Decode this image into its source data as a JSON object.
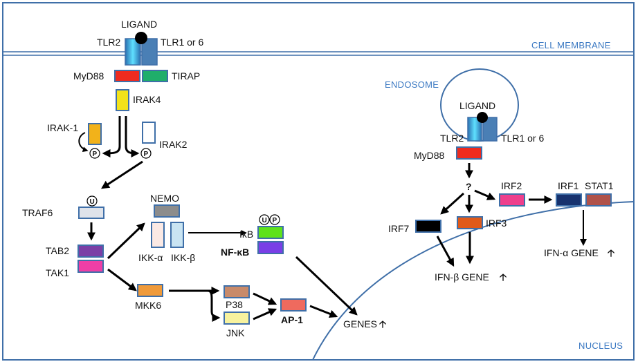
{
  "regions": {
    "cell_membrane": "CELL MEMBRANE",
    "endosome": "ENDOSOME",
    "nucleus": "NUCLEUS"
  },
  "labels": {
    "ligand_left": "LIGAND",
    "tlr2_left": "TLR2",
    "tlr1_left": "TLR1 or 6",
    "myd88_left": "MyD88",
    "tirap": "TIRAP",
    "irak4": "IRAK4",
    "irak1": "IRAK-1",
    "irak2": "IRAK2",
    "traf6": "TRAF6",
    "tab2": "TAB2",
    "tak1": "TAK1",
    "nemo": "NEMO",
    "ikk_alpha": "IKK-α",
    "ikk_beta": "IKK-β",
    "ikb": "IκB",
    "nfkb": "NF-κB",
    "mkk6": "MKK6",
    "p38": "P38",
    "jnk": "JNK",
    "ap1": "AP-1",
    "genes": "GENES",
    "ligand_right": "LIGAND",
    "tlr2_right": "TLR2",
    "tlr1_right": "TLR1 or 6",
    "myd88_right": "MyD88",
    "question": "?",
    "irf2": "IRF2",
    "irf1": "IRF1",
    "stat1": "STAT1",
    "irf7": "IRF7",
    "irf3": "IRF3",
    "ifn_beta_gene": "IFN-β GENE",
    "ifn_alpha_gene": "IFN-α GENE",
    "phospho_1": "P",
    "phospho_2": "P",
    "phospho_3": "P",
    "ubiq_1": "U",
    "ubiq_2": "U",
    "up_arrow_1": "🡡",
    "up_arrow_2": "🡡",
    "up_arrow_3": "🡡"
  },
  "colors": {
    "frame": "#3f6fa8",
    "membrane": "#3f6fa8",
    "tlr2": "#33b6e6",
    "tlr1": "#4a7fb5",
    "myd88": "#ee2b1f",
    "tirap": "#1fae6a",
    "irak4": "#f2e21a",
    "irak1": "#f2b21a",
    "irak2": "#ffffff",
    "traf6": "#dfe3ea",
    "tab2": "#7b3fa6",
    "tak1": "#ee3fa6",
    "nemo": "#8c8c8c",
    "ikk_alpha": "#fbe9e4",
    "ikk_beta": "#c9e4f2",
    "ikb": "#5ee21a",
    "nfkb": "#7a3fe6",
    "mkk6": "#ef9a3a",
    "p38": "#c88a6a",
    "jnk": "#f7f29e",
    "ap1": "#ef6a5e",
    "irf2": "#ee3f8c",
    "irf1": "#17326e",
    "stat1": "#b0524a",
    "irf7": "#000000",
    "irf3": "#e05a1a"
  }
}
